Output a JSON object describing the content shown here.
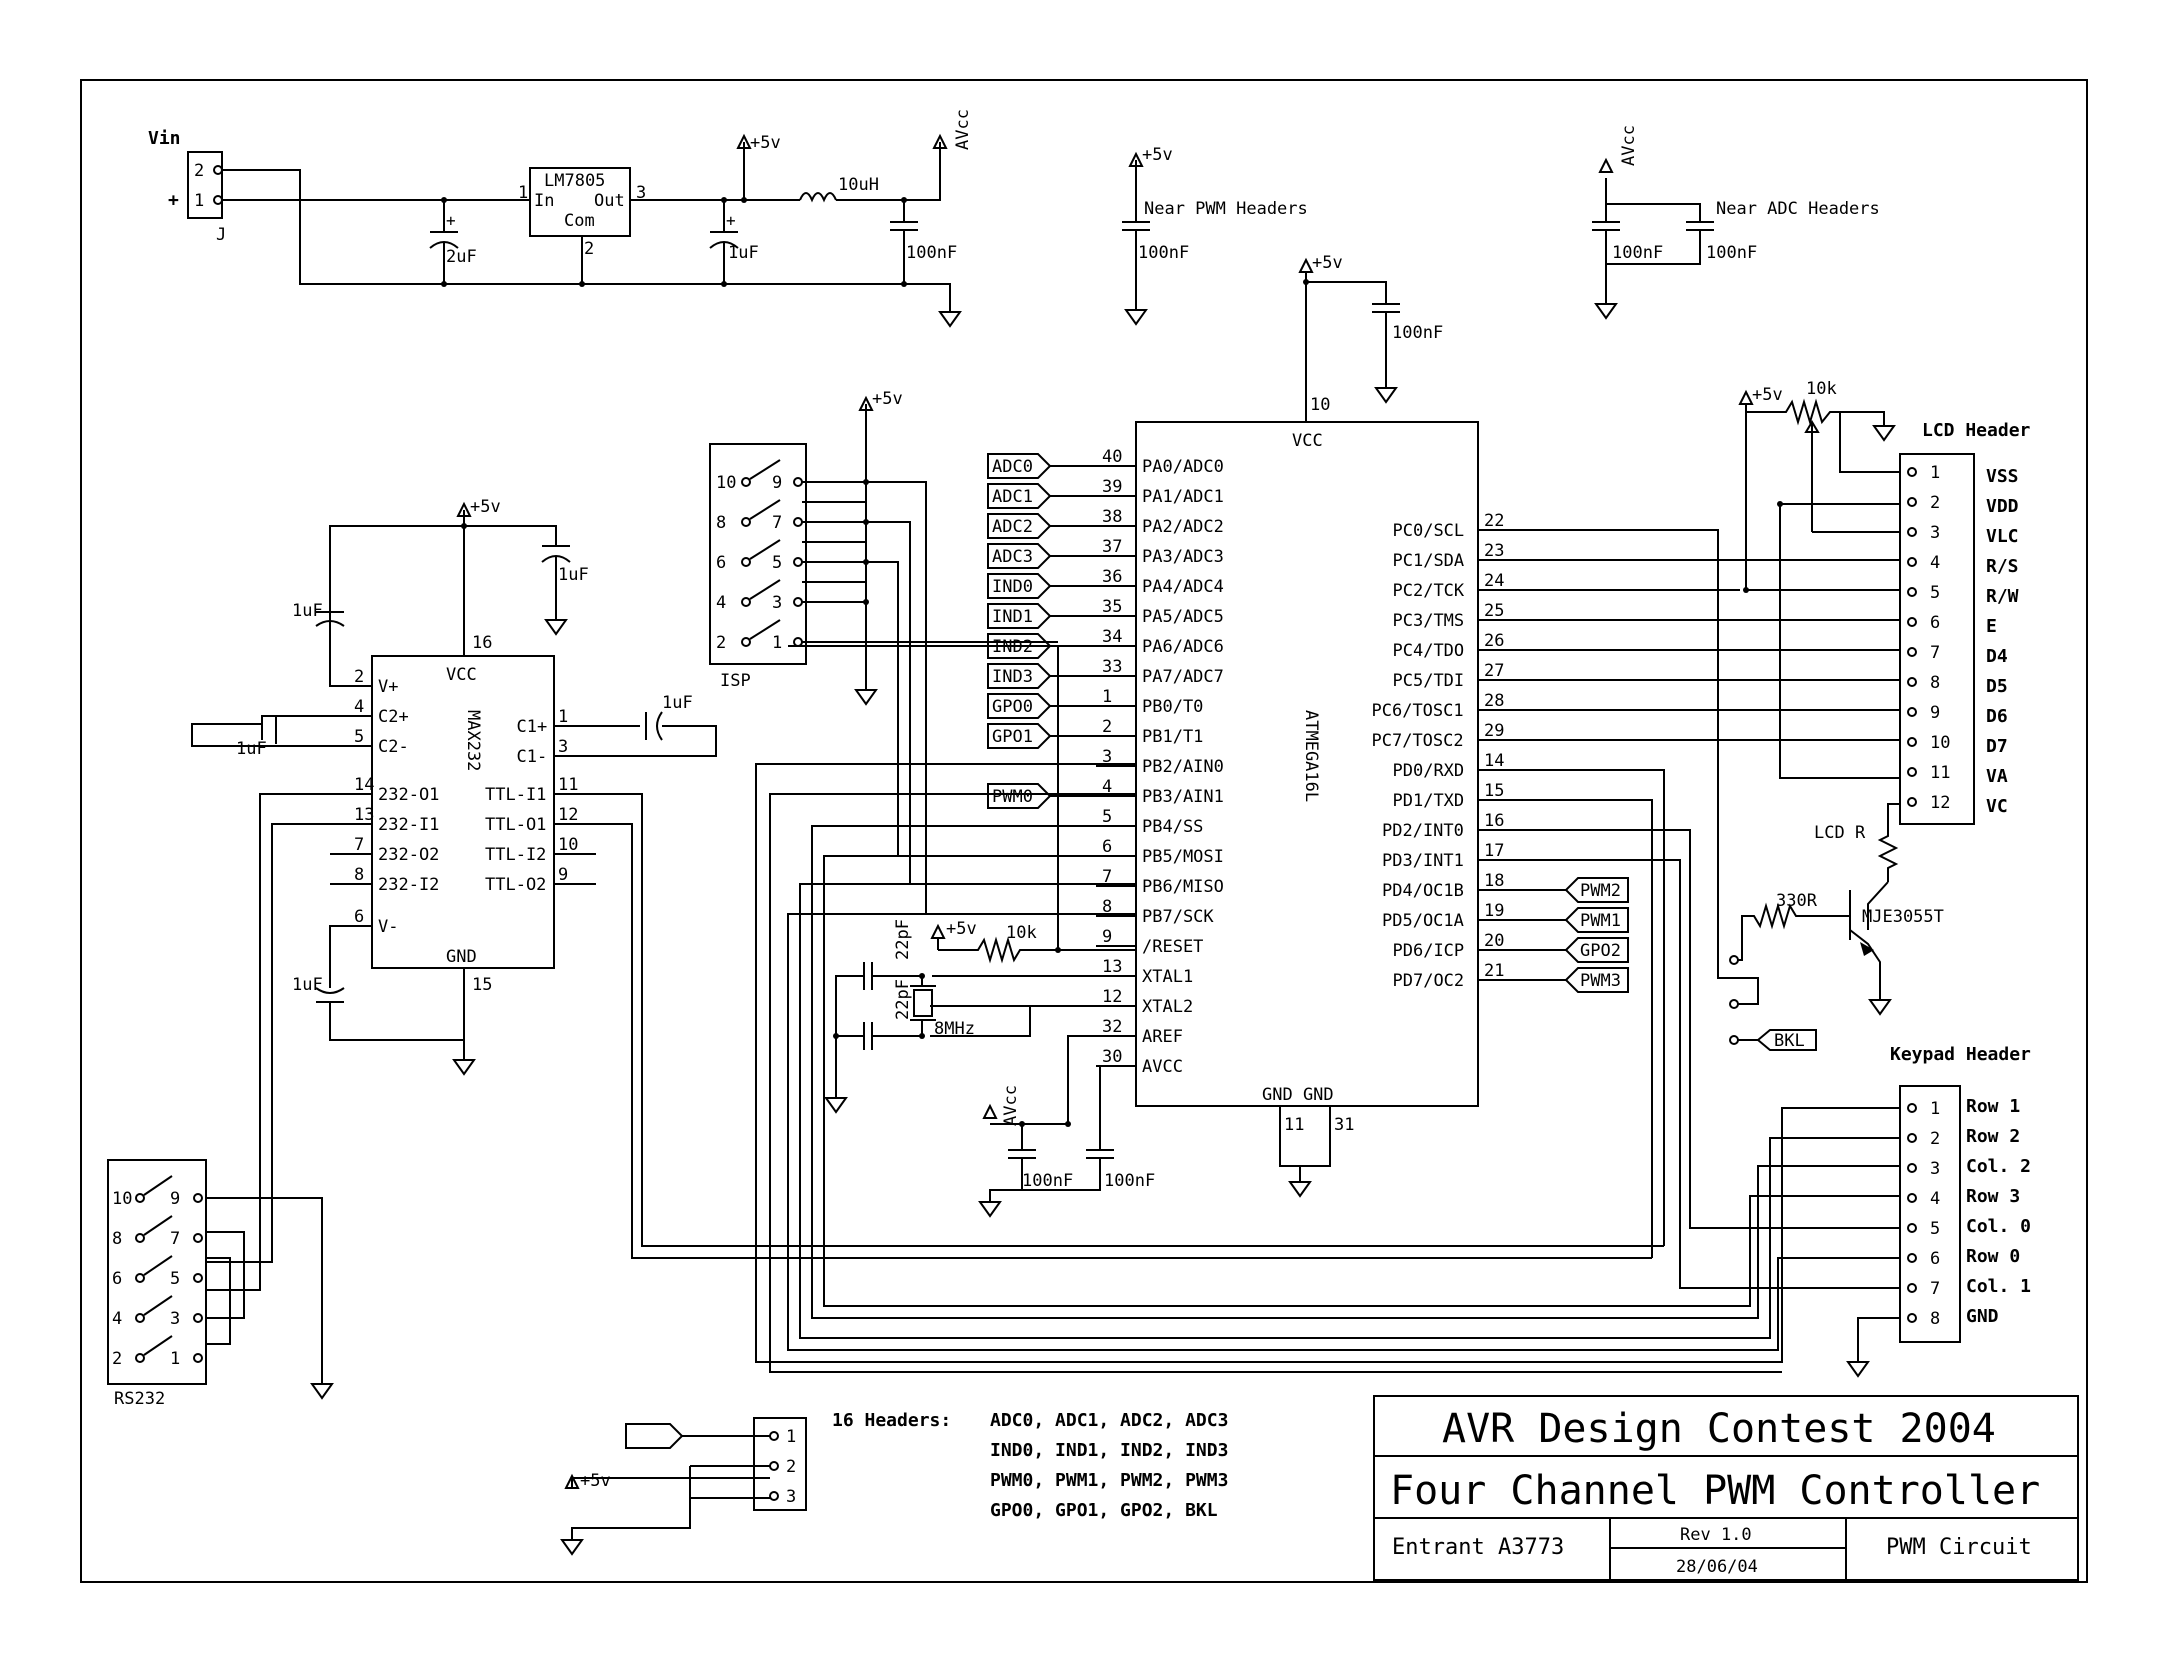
{
  "title_block": {
    "contest": "AVR Design Contest 2004",
    "project": "Four Channel PWM Controller",
    "entrant": "Entrant A3773",
    "rev": "Rev 1.0",
    "date": "28/06/04",
    "sheet": "PWM Circuit"
  },
  "power": {
    "vin_label": "Vin",
    "plus": "+",
    "j_label": "J",
    "reg_name": "LM7805",
    "reg_in": "In",
    "reg_out": "Out",
    "reg_com": "Com",
    "pin1": "1",
    "pin2": "2",
    "pin3": "3",
    "c_in": "2uF",
    "c_out": "1uF",
    "inductor": "10uH",
    "c_avcc": "100nF",
    "avcc": "AVcc",
    "p5v": "+5v",
    "near_pwm": "Near PWM Headers",
    "near_adc": "Near ADC Headers",
    "c100": "100nF"
  },
  "mcu": {
    "name": "ATMEGA16L",
    "vcc": "VCC",
    "vcc_pin": "10",
    "gnd_label": "GND GND",
    "gnd_pin1": "11",
    "gnd_pin2": "31",
    "left_pins": [
      {
        "num": "40",
        "name": "PA0/ADC0",
        "net": "ADC0"
      },
      {
        "num": "39",
        "name": "PA1/ADC1",
        "net": "ADC1"
      },
      {
        "num": "38",
        "name": "PA2/ADC2",
        "net": "ADC2"
      },
      {
        "num": "37",
        "name": "PA3/ADC3",
        "net": "ADC3"
      },
      {
        "num": "36",
        "name": "PA4/ADC4",
        "net": "IND0"
      },
      {
        "num": "35",
        "name": "PA5/ADC5",
        "net": "IND1"
      },
      {
        "num": "34",
        "name": "PA6/ADC6",
        "net": "IND2"
      },
      {
        "num": "33",
        "name": "PA7/ADC7",
        "net": "IND3"
      },
      {
        "num": "1",
        "name": "PB0/T0",
        "net": "GPO0"
      },
      {
        "num": "2",
        "name": "PB1/T1",
        "net": "GPO1"
      },
      {
        "num": "3",
        "name": "PB2/AIN0",
        "net": ""
      },
      {
        "num": "4",
        "name": "PB3/AIN1",
        "net": "PWM0"
      },
      {
        "num": "5",
        "name": "PB4/SS",
        "net": ""
      },
      {
        "num": "6",
        "name": "PB5/MOSI",
        "net": ""
      },
      {
        "num": "7",
        "name": "PB6/MISO",
        "net": ""
      },
      {
        "num": "8",
        "name": "PB7/SCK",
        "net": ""
      },
      {
        "num": "9",
        "name": "/RESET",
        "net": ""
      },
      {
        "num": "13",
        "name": "XTAL1",
        "net": ""
      },
      {
        "num": "12",
        "name": "XTAL2",
        "net": ""
      },
      {
        "num": "32",
        "name": "AREF",
        "net": ""
      },
      {
        "num": "30",
        "name": "AVCC",
        "net": ""
      }
    ],
    "right_pins": [
      {
        "num": "22",
        "name": "PC0/SCL",
        "net": ""
      },
      {
        "num": "23",
        "name": "PC1/SDA",
        "net": ""
      },
      {
        "num": "24",
        "name": "PC2/TCK",
        "net": ""
      },
      {
        "num": "25",
        "name": "PC3/TMS",
        "net": ""
      },
      {
        "num": "26",
        "name": "PC4/TDO",
        "net": ""
      },
      {
        "num": "27",
        "name": "PC5/TDI",
        "net": ""
      },
      {
        "num": "28",
        "name": "PC6/TOSC1",
        "net": ""
      },
      {
        "num": "29",
        "name": "PC7/TOSC2",
        "net": ""
      },
      {
        "num": "14",
        "name": "PD0/RXD",
        "net": ""
      },
      {
        "num": "15",
        "name": "PD1/TXD",
        "net": ""
      },
      {
        "num": "16",
        "name": "PD2/INT0",
        "net": ""
      },
      {
        "num": "17",
        "name": "PD3/INT1",
        "net": ""
      },
      {
        "num": "18",
        "name": "PD4/OC1B",
        "net": "PWM2"
      },
      {
        "num": "19",
        "name": "PD5/OC1A",
        "net": "PWM1"
      },
      {
        "num": "20",
        "name": "PD6/ICP",
        "net": "GPO2"
      },
      {
        "num": "21",
        "name": "PD7/OC2",
        "net": "PWM3"
      }
    ],
    "reset_res": "10k",
    "xtal": "8MHz",
    "c_xtal": "22pF"
  },
  "max232": {
    "name": "MAX232",
    "vcc": "VCC",
    "gnd": "GND",
    "vcc_pin": "16",
    "gnd_pin": "15",
    "cap": "1uF",
    "left_pins": [
      {
        "num": "2",
        "name": "V+"
      },
      {
        "num": "4",
        "name": "C2+"
      },
      {
        "num": "5",
        "name": "C2-"
      },
      {
        "num": "14",
        "name": "232-O1"
      },
      {
        "num": "13",
        "name": "232-I1"
      },
      {
        "num": "7",
        "name": "232-O2"
      },
      {
        "num": "8",
        "name": "232-I2"
      },
      {
        "num": "6",
        "name": "V-"
      }
    ],
    "right_pins": [
      {
        "num": "1",
        "name": "C1+"
      },
      {
        "num": "3",
        "name": "C1-"
      },
      {
        "num": "11",
        "name": "TTL-I1"
      },
      {
        "num": "12",
        "name": "TTL-O1"
      },
      {
        "num": "10",
        "name": "TTL-I2"
      },
      {
        "num": "9",
        "name": "TTL-O2"
      }
    ]
  },
  "isp": {
    "label": "ISP",
    "left": [
      "10",
      "8",
      "6",
      "4",
      "2"
    ],
    "right": [
      "9",
      "7",
      "5",
      "3",
      "1"
    ]
  },
  "rs232": {
    "label": "RS232",
    "left": [
      "10",
      "8",
      "6",
      "4",
      "2"
    ],
    "right": [
      "9",
      "7",
      "5",
      "3",
      "1"
    ]
  },
  "lcd": {
    "title": "LCD Header",
    "pot": "10k",
    "led_res": "LCD R",
    "base_res": "330R",
    "transistor": "MJE3055T",
    "bkl": "BKL",
    "pins": [
      {
        "num": "1",
        "name": "VSS"
      },
      {
        "num": "2",
        "name": "VDD"
      },
      {
        "num": "3",
        "name": "VLC"
      },
      {
        "num": "4",
        "name": "R/S"
      },
      {
        "num": "5",
        "name": "R/W"
      },
      {
        "num": "6",
        "name": "E"
      },
      {
        "num": "7",
        "name": "D4"
      },
      {
        "num": "8",
        "name": "D5"
      },
      {
        "num": "9",
        "name": "D6"
      },
      {
        "num": "10",
        "name": "D7"
      },
      {
        "num": "11",
        "name": "VA"
      },
      {
        "num": "12",
        "name": "VC"
      }
    ]
  },
  "keypad": {
    "title": "Keypad Header",
    "pins": [
      {
        "num": "1",
        "name": "Row 1"
      },
      {
        "num": "2",
        "name": "Row 2"
      },
      {
        "num": "3",
        "name": "Col. 2"
      },
      {
        "num": "4",
        "name": "Row 3"
      },
      {
        "num": "5",
        "name": "Col. 0"
      },
      {
        "num": "6",
        "name": "Row 0"
      },
      {
        "num": "7",
        "name": "Col. 1"
      },
      {
        "num": "8",
        "name": "GND"
      }
    ]
  },
  "headers_note": {
    "title": "16 Headers:",
    "lines": [
      "ADC0, ADC1, ADC2, ADC3",
      "IND0, IND1, IND2, IND3",
      "PWM0, PWM1, PWM2, PWM3",
      "GPO0, GPO1, GPO2, BKL"
    ],
    "pins": [
      "1",
      "2",
      "3"
    ]
  }
}
